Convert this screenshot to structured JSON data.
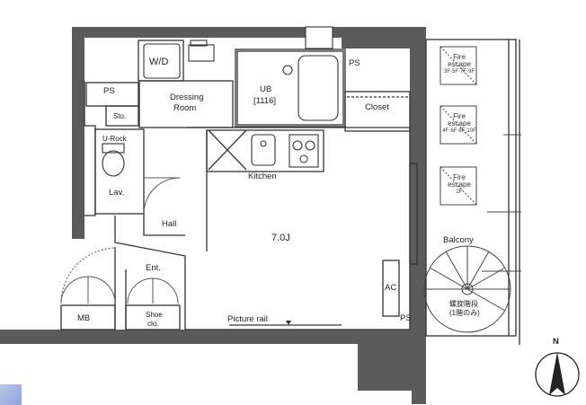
{
  "plan": {
    "rooms": {
      "wd": "W/D",
      "ps_top": "PS",
      "ps_left": "PS",
      "ps_bottom": "PS",
      "dressing": "Dressing",
      "dressing_2": "Room",
      "ub": "UB",
      "ub_size": "[1116]",
      "closet": "Closet",
      "sto": "Sto.",
      "urock": "U-Rock",
      "lav": "Lav.",
      "kitchen": "Kitchen",
      "hall": "Hall",
      "main_room": "7.0J",
      "ent": "Ent.",
      "mb": "MB",
      "shoe": "Shoe",
      "shoe_2": "clo.",
      "ac": "AC",
      "picture_rail": "Picture rail",
      "balcony": "Balcony",
      "spiral_stair": "螺旋階段",
      "spiral_stair_note": "(1階のみ)"
    },
    "fire_escapes": [
      {
        "title": "Fire",
        "title_2": "escape",
        "floors": "3F·5F·7F·9F"
      },
      {
        "title": "Fire",
        "title_2": "escape",
        "floors": "4F·6F·8F·10F"
      },
      {
        "title": "Fire",
        "title_2": "escape",
        "floors": "2F"
      }
    ],
    "north": "N"
  },
  "colors": {
    "wall": "#5b5b5b",
    "line": "#333333",
    "accent_corner": "#9fb1e0"
  }
}
